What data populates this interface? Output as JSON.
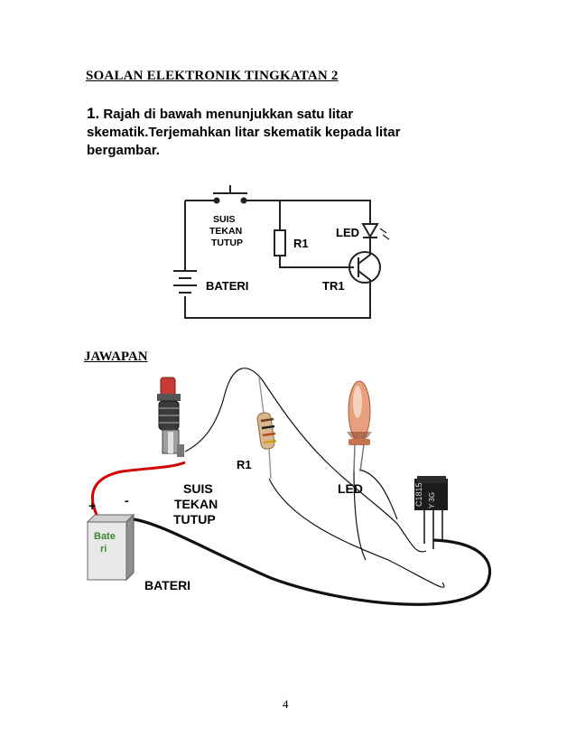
{
  "document": {
    "title": "SOALAN ELEKTRONIK TINGKATAN 2",
    "question_number": "1.",
    "question_line1": " Rajah di bawah menunjukkan satu litar",
    "question_line2": "skematik.Terjemahkan litar skematik kepada litar",
    "question_line3": "bergambar.",
    "answer_heading": "JAWAPAN",
    "page_number": "4"
  },
  "schematic": {
    "switch_label": [
      "SUIS",
      "TEKAN",
      "TUTUP"
    ],
    "resistor_label": "R1",
    "led_label": "LED",
    "battery_label": "BATERI",
    "transistor_label": "TR1"
  },
  "pictorial": {
    "resistor_label": "R1",
    "switch_label": [
      "SUIS",
      "TEKAN",
      "TUTUP"
    ],
    "led_label": "LED",
    "plus_sign": "+",
    "minus_sign": "-",
    "battery_box_text": [
      "Bate",
      "ri"
    ],
    "battery_label": "BATERI",
    "transistor_marking": [
      "C1815",
      "Y  3G"
    ]
  }
}
